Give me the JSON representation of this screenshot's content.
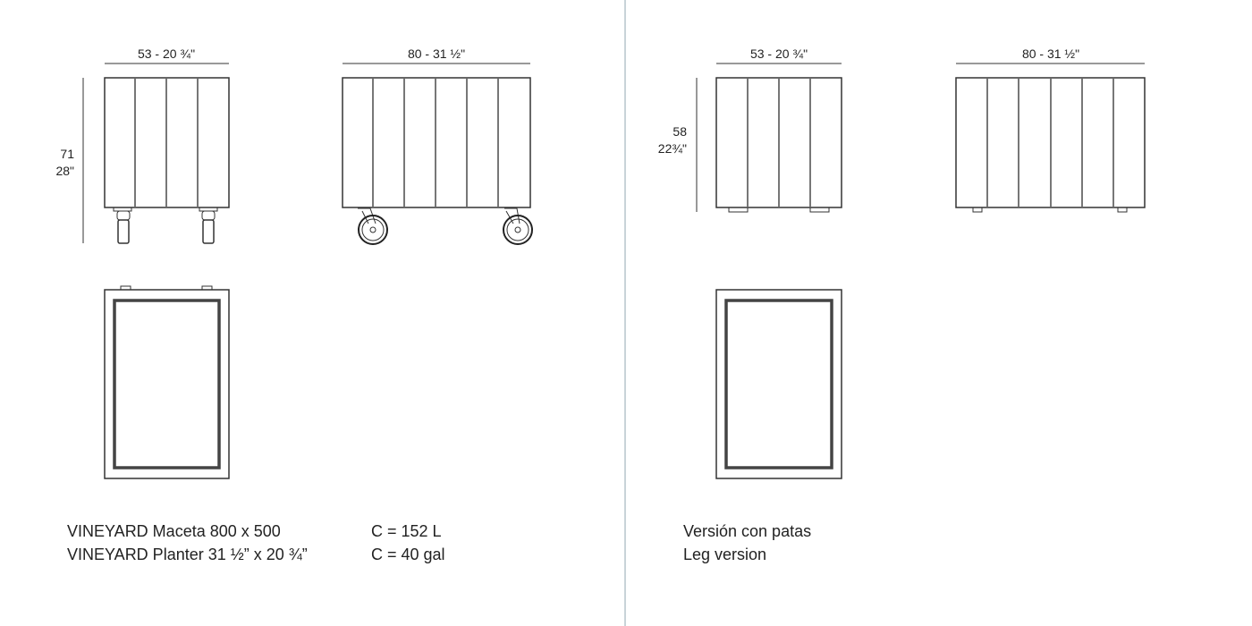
{
  "planter": {
    "width_label": "53 - 20 ¾\"",
    "length_label": "80 - 31 ½\"",
    "height_cm": "71",
    "height_in": "28\"",
    "name_es": "VINEYARD Maceta 800 x 500",
    "name_en": "VINEYARD Planter 31 ½” x 20 ¾”",
    "capacity_l": "C = 152 L",
    "capacity_gal": "C = 40 gal"
  },
  "leg_version": {
    "width_label": "53 - 20 ¾\"",
    "length_label": "80 - 31 ½\"",
    "height_cm": "58",
    "height_in": "22¾\"",
    "title_es": "Versión con patas",
    "title_en": "Leg version"
  }
}
